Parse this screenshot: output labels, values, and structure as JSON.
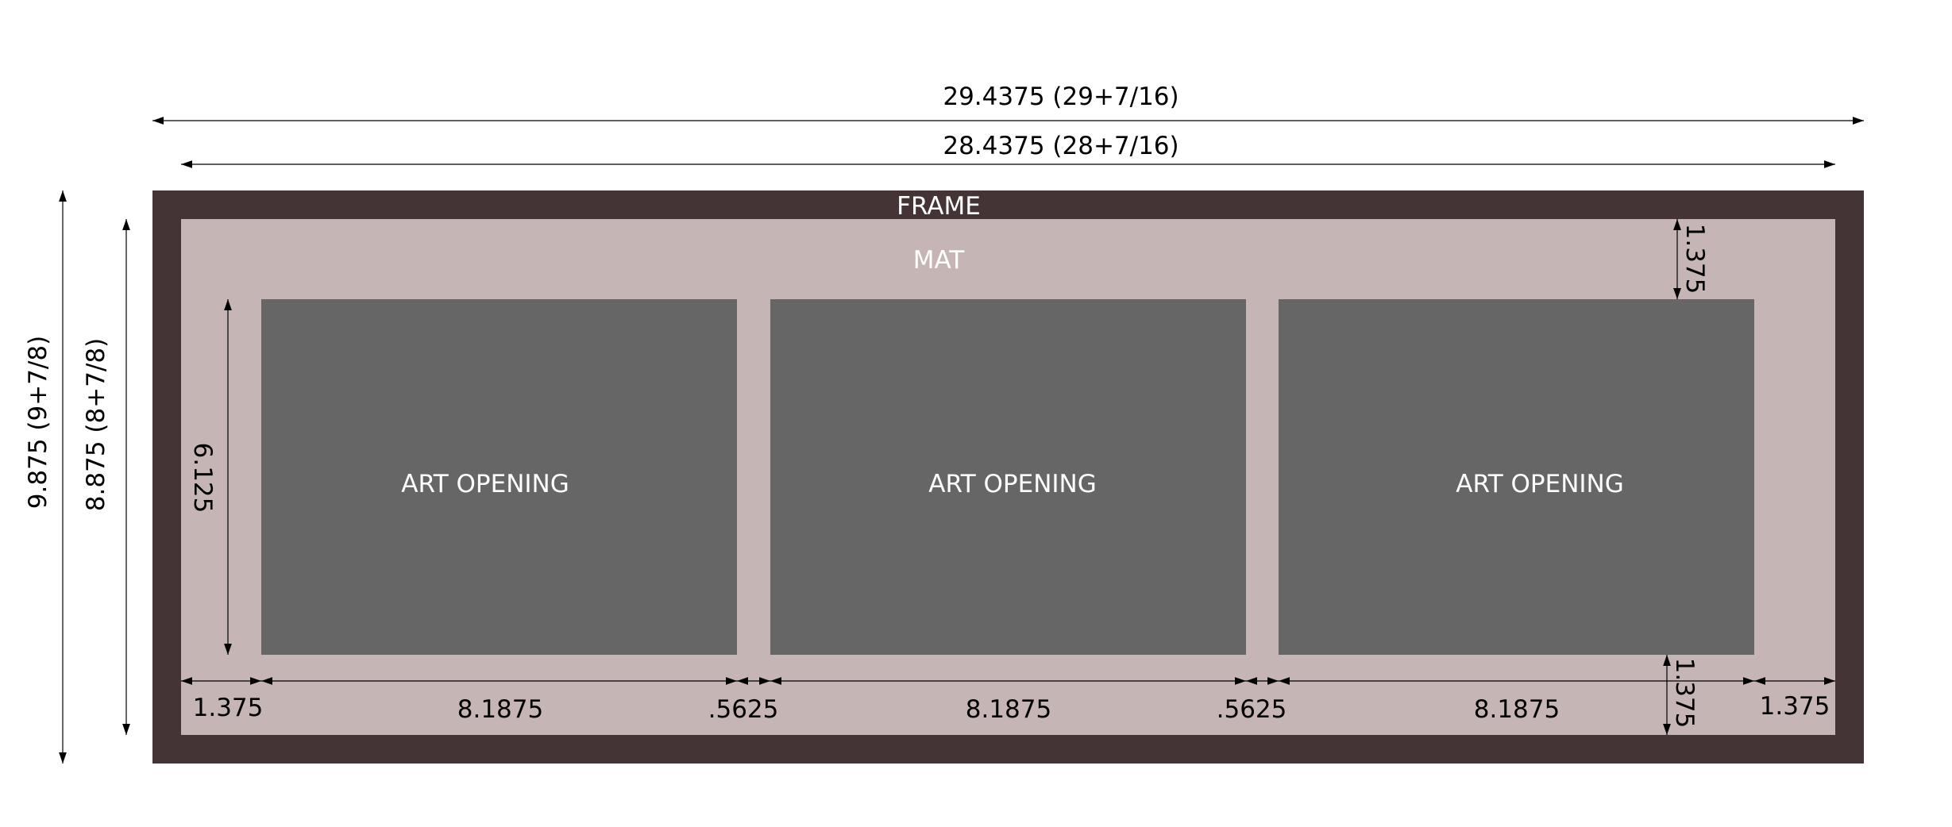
{
  "colors": {
    "frame": "#453435",
    "mat": "#c6b5b5",
    "opening": "#666666",
    "dimension": "#000000",
    "label": "#ffffff"
  },
  "labels": {
    "frame": "FRAME",
    "mat": "MAT",
    "openings": [
      "ART OPENING",
      "ART OPENING",
      "ART OPENING"
    ]
  },
  "dimensions": {
    "frame_width": "29.4375 (29+7/16)",
    "mat_width": "28.4375 (28+7/16)",
    "frame_height": "9.875 (9+7/8)",
    "mat_height": "8.875 (8+7/8)",
    "opening_height": "6.125",
    "top_border": "1.375",
    "bottom_border": "1.375",
    "left_border": "1.375",
    "right_border": "1.375",
    "opening_width_1": "8.1875",
    "gap_1": ".5625",
    "opening_width_2": "8.1875",
    "gap_2": ".5625",
    "opening_width_3": "8.1875"
  }
}
